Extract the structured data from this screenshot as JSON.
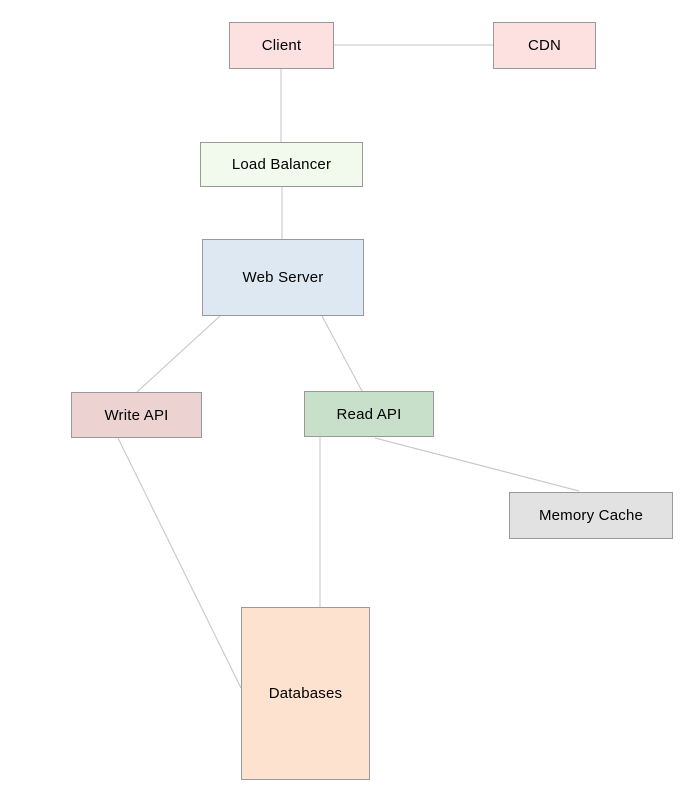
{
  "diagram": {
    "type": "system-architecture-diagram",
    "background": "#ffffff",
    "line_color": "#c3c3c3",
    "node_border_color": "#999999",
    "text_color": "#000000",
    "nodes": {
      "client": {
        "label": "Client",
        "fill": "#fde0e0"
      },
      "cdn": {
        "label": "CDN",
        "fill": "#fde0e0"
      },
      "load_balancer": {
        "label": "Load Balancer",
        "fill": "#f1faec"
      },
      "web_server": {
        "label": "Web Server",
        "fill": "#dee8f3"
      },
      "write_api": {
        "label": "Write API",
        "fill": "#edd2d2"
      },
      "read_api": {
        "label": "Read API",
        "fill": "#c8dfc9"
      },
      "memory_cache": {
        "label": "Memory Cache",
        "fill": "#e2e2e2"
      },
      "databases": {
        "label": "Databases",
        "fill": "#fde3cf"
      }
    },
    "edges": [
      {
        "from": "client",
        "to": "cdn"
      },
      {
        "from": "client",
        "to": "load_balancer"
      },
      {
        "from": "load_balancer",
        "to": "web_server"
      },
      {
        "from": "web_server",
        "to": "write_api"
      },
      {
        "from": "web_server",
        "to": "read_api"
      },
      {
        "from": "write_api",
        "to": "databases"
      },
      {
        "from": "read_api",
        "to": "databases"
      },
      {
        "from": "read_api",
        "to": "memory_cache"
      }
    ]
  }
}
